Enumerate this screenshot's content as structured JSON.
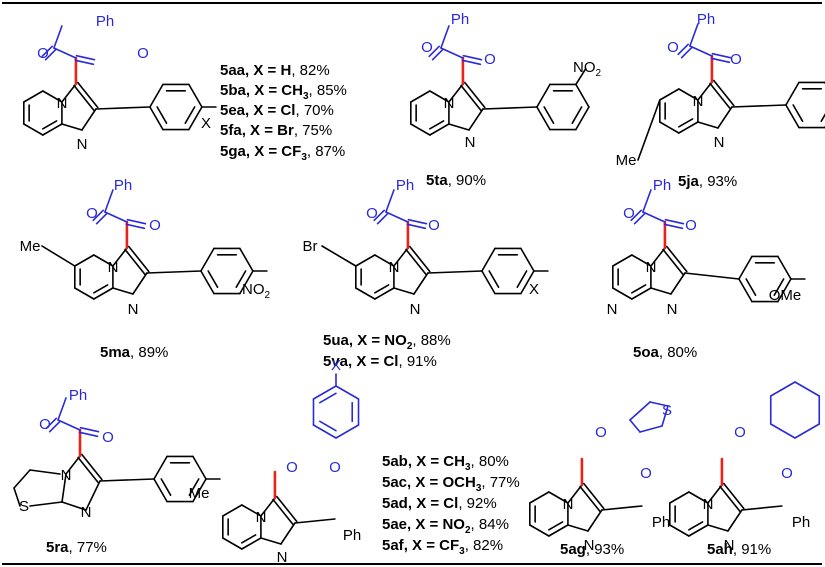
{
  "atoms": {
    "ph": "Ph",
    "o": "O",
    "n": "N",
    "s": "S",
    "me": "Me",
    "br": "Br",
    "x": "X",
    "no2": "NO",
    "two": "2",
    "ome": "OMe"
  },
  "compounds": {
    "aa": {
      "id": "5aa",
      "x": "X = H",
      "yield": ", 82%"
    },
    "ba": {
      "id": "5ba",
      "x": "X = CH",
      "sub": "3",
      "yield": ", 85%"
    },
    "ea": {
      "id": "5ea",
      "x": "X = Cl",
      "yield": ", 70%"
    },
    "fa": {
      "id": "5fa",
      "x": "X = Br",
      "yield": ", 75%"
    },
    "ga": {
      "id": "5ga",
      "x": "X = CF",
      "sub": "3",
      "yield": ", 87%"
    },
    "ta": {
      "id": "5ta",
      "yield": ", 90%"
    },
    "ja": {
      "id": "5ja",
      "yield": ", 93%"
    },
    "ma": {
      "id": "5ma",
      "yield": ", 89%"
    },
    "ua": {
      "id": "5ua",
      "x": "X = NO",
      "sub": "2",
      "yield": ", 88%"
    },
    "va": {
      "id": "5va",
      "x": "X = Cl",
      "yield": ", 91%"
    },
    "oa": {
      "id": "5oa",
      "yield": ", 80%"
    },
    "ra": {
      "id": "5ra",
      "yield": ", 77%"
    },
    "ab": {
      "id": "5ab",
      "x": "X = CH",
      "sub": "3",
      "yield": ", 80%"
    },
    "ac": {
      "id": "5ac",
      "x": "X = OCH",
      "sub": "3",
      "yield": ", 77%"
    },
    "ad": {
      "id": "5ad",
      "x": "X = Cl",
      "yield": ", 92%"
    },
    "ae": {
      "id": "5ae",
      "x": "X = NO",
      "sub": "2",
      "yield": ", 84%"
    },
    "af": {
      "id": "5af",
      "x": "X = CF",
      "sub": "3",
      "yield": ", 82%"
    },
    "ag": {
      "id": "5ag",
      "yield": ", 93%"
    },
    "ah": {
      "id": "5ah",
      "yield": ", 91%"
    }
  },
  "colors": {
    "bond": "#000000",
    "acyl": "#2a2ad8",
    "new_bond": "#e8231a"
  }
}
